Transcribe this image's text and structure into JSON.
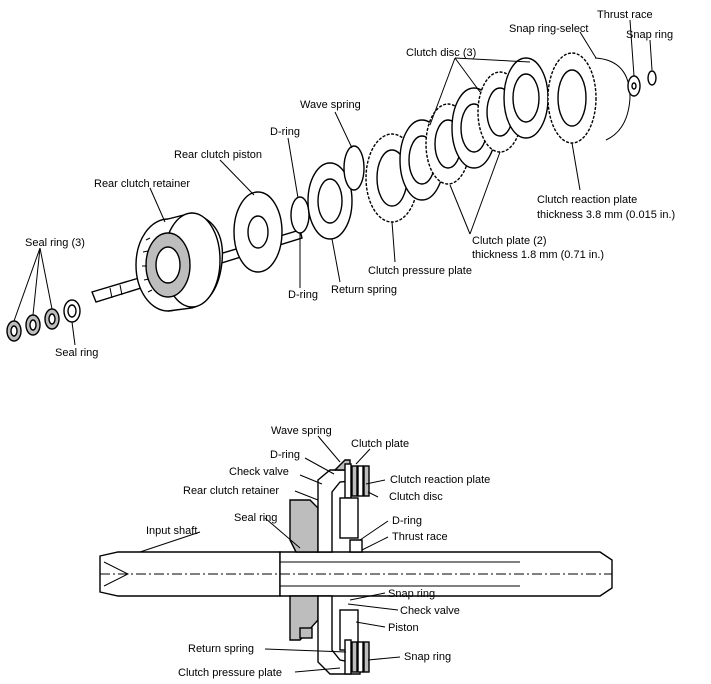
{
  "exploded_view": {
    "labels": {
      "thrust_race": "Thrust race",
      "snap_ring_select": "Snap ring-select",
      "snap_ring": "Snap ring",
      "clutch_disc": "Clutch disc (3)",
      "wave_spring": "Wave spring",
      "d_ring_top": "D-ring",
      "rear_clutch_piston": "Rear clutch piston",
      "rear_clutch_retainer": "Rear clutch retainer",
      "clutch_reaction_plate": "Clutch reaction plate",
      "reaction_plate_thickness": "thickness 3.8 mm (0.015 in.)",
      "clutch_plate": "Clutch plate (2)",
      "clutch_plate_thickness": "thickness 1.8 mm (0.71 in.)",
      "clutch_pressure_plate": "Clutch pressure plate",
      "return_spring": "Return spring",
      "d_ring_bottom": "D-ring",
      "seal_ring_3": "Seal ring (3)",
      "seal_ring": "Seal ring"
    }
  },
  "section_view": {
    "labels": {
      "wave_spring": "Wave spring",
      "clutch_plate": "Clutch plate",
      "d_ring_top": "D-ring",
      "check_valve_top": "Check valve",
      "clutch_reaction_plate": "Clutch reaction plate",
      "rear_clutch_retainer": "Rear clutch retainer",
      "clutch_disc": "Clutch disc",
      "seal_ring": "Seal ring",
      "d_ring_right": "D-ring",
      "input_shaft": "Input shaft",
      "thrust_race": "Thrust race",
      "snap_ring": "Snap ring",
      "check_valve_bottom": "Check valve",
      "piston": "Piston",
      "return_spring": "Return spring",
      "snap_ring_bottom": "Snap ring",
      "clutch_pressure_plate": "Clutch pressure plate"
    }
  }
}
